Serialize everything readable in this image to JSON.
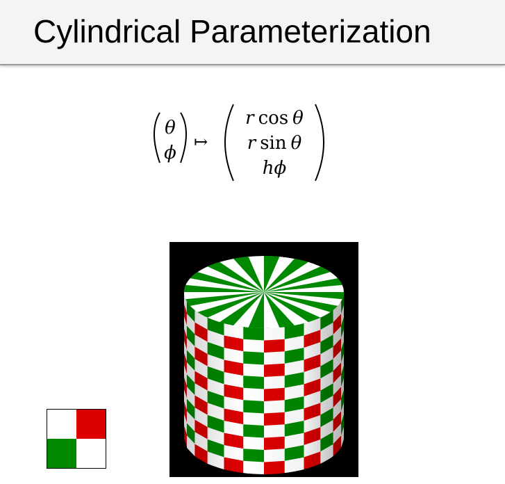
{
  "slide": {
    "title": "Cylindrical Parameterization"
  },
  "formula": {
    "input": [
      "θ",
      "ϕ"
    ],
    "maps_to": "↦",
    "output": [
      {
        "var": "r",
        "fn": "cos",
        "arg": "θ"
      },
      {
        "var": "r",
        "fn": "sin",
        "arg": "θ"
      },
      {
        "var": "h",
        "fn": "",
        "arg": "ϕ"
      }
    ]
  },
  "render": {
    "background": "#000000",
    "colors": {
      "green": "#008800",
      "red": "#dd0000",
      "white": "#ffffff"
    },
    "top_sectors": 32,
    "side_columns": 12,
    "side_rows": 12
  },
  "swatch": {
    "cells": [
      [
        "#ffffff",
        "#dd0000"
      ],
      [
        "#008800",
        "#ffffff"
      ]
    ]
  }
}
